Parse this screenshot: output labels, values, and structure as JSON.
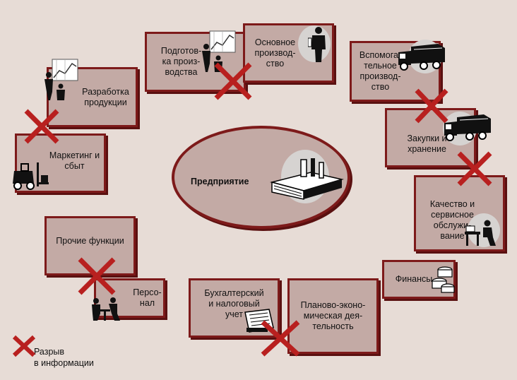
{
  "center": {
    "label": "Предприятие"
  },
  "functions": {
    "development": "Разработка\nпродукции",
    "preparation": "Подготов-\nка произ-\nводства",
    "main_production": "Основное\nпроизвод-\nство",
    "auxiliary": "Вспомога-\nтельное\nпроизвод-\nство",
    "purchasing": "Закупки и\nхранение",
    "quality": "Качество и\nсервисное\nобслужи-\nвание",
    "finance": "Финансы",
    "planning": "Планово-эконо-\nмическая дея-\nтельность",
    "accounting": "Бухгалтерский\nи налоговый\nучет",
    "personnel": "Персо-\nнал",
    "other": "Прочие функции",
    "marketing": "Маркетинг и\nсбыт"
  },
  "legend": {
    "label": "Разрыв\nв информации"
  },
  "colors": {
    "box_fill": "#c3aaa5",
    "border": "#7d1a1a",
    "cross": "#b8201f",
    "background": "#e7dcd6"
  },
  "icons": [
    "chart-presenter-icon",
    "chart-presenter-icon",
    "worker-icon",
    "truck-icon",
    "truck-icon",
    "desk-worker-icon",
    "coins-icon",
    "document-icon",
    "meeting-icon",
    "forklift-icon",
    "factory-icon",
    "cross-icon"
  ]
}
